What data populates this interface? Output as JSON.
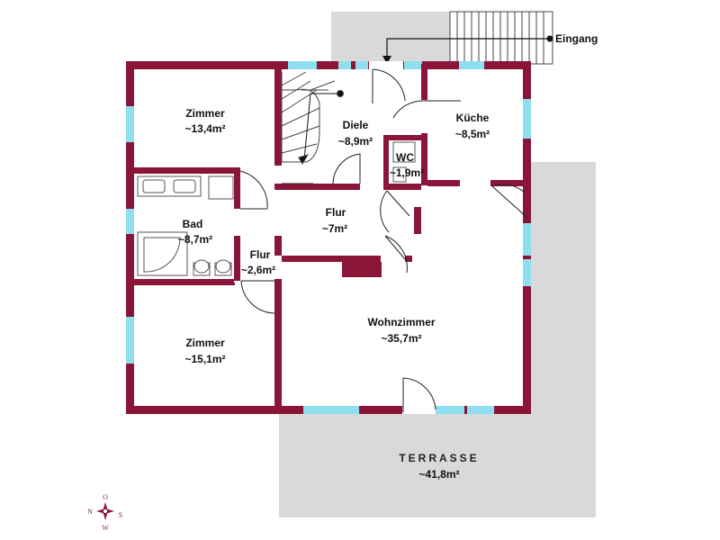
{
  "colors": {
    "wall": "#8b1538",
    "window": "#8ee0f0",
    "terrace": "#d9d9d9",
    "floor": "#ffffff"
  },
  "entrance": {
    "label": "Eingang"
  },
  "terrace": {
    "name": "TERRASSE",
    "area": "~41,8m²"
  },
  "rooms": {
    "zimmer_north": {
      "name": "Zimmer",
      "area": "~13,4m²"
    },
    "diele": {
      "name": "Diele",
      "area": "~8,9m²"
    },
    "kueche": {
      "name": "Küche",
      "area": "~8,5m²"
    },
    "wc": {
      "name": "WC",
      "area": "~1,9m²"
    },
    "bad": {
      "name": "Bad",
      "area": "~8,7m²"
    },
    "flur_main": {
      "name": "Flur",
      "area": "~7m²"
    },
    "flur_small": {
      "name": "Flur",
      "area": "~2,6m²"
    },
    "wohnzimmer": {
      "name": "Wohnzimmer",
      "area": "~35,7m²"
    },
    "zimmer_south": {
      "name": "Zimmer",
      "area": "~15,1m²"
    }
  },
  "compass": {
    "north": "N",
    "east": "O",
    "south": "S",
    "west": "W"
  }
}
